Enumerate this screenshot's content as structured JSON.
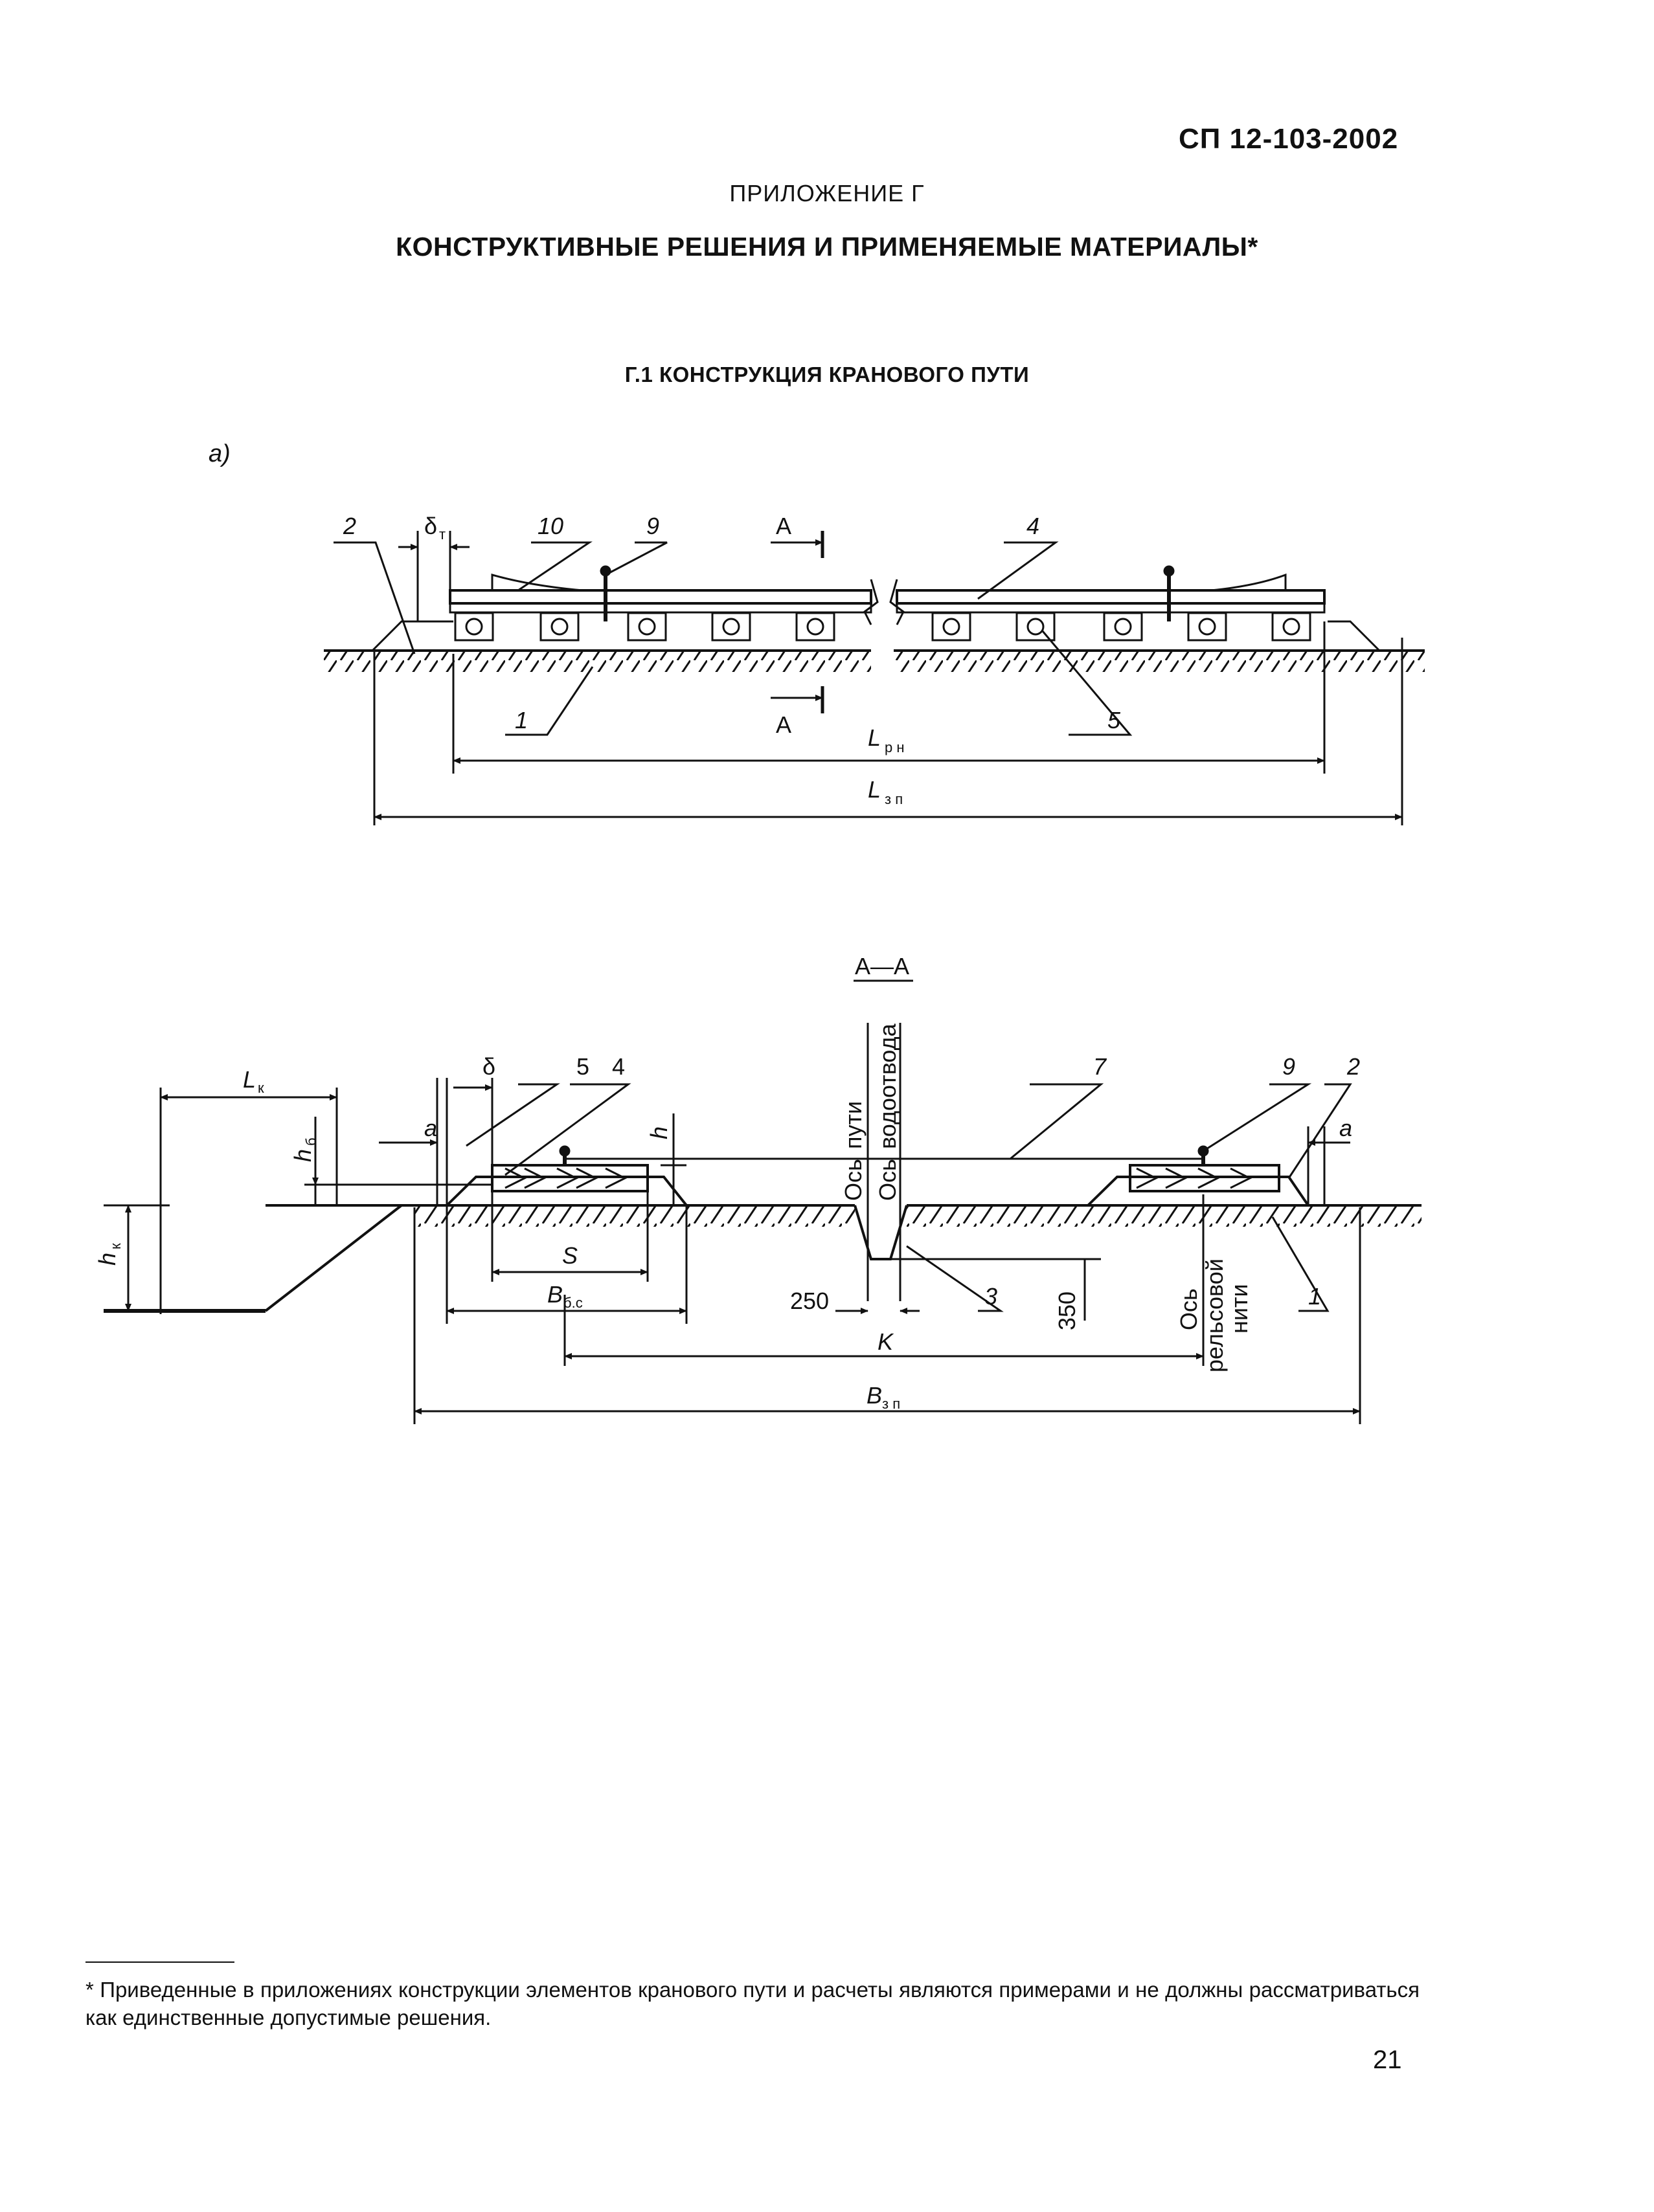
{
  "header": {
    "doc_code": "СП 12-103-2002",
    "appendix_label": "ПРИЛОЖЕНИЕ Г",
    "appendix_title": "КОНСТРУКТИВНЫЕ РЕШЕНИЯ И ПРИМЕНЯЕМЫЕ МАТЕРИАЛЫ*"
  },
  "section_heading": "Г.1 КОНСТРУКЦИЯ КРАНОВОГО ПУТИ",
  "figure_a": {
    "label": "а)",
    "callouts": [
      "2",
      "δ",
      "т",
      "10",
      "9",
      "А",
      "4",
      "1",
      "А",
      "5"
    ],
    "dim_rn": {
      "main": "L",
      "sub": "р н"
    },
    "dim_zp": {
      "main": "L",
      "sub": "з п"
    }
  },
  "section_aa": {
    "title": "А—А",
    "dim_lk": {
      "main": "L",
      "sub": "к"
    },
    "dim_hk": {
      "main": "h",
      "sub": "к"
    },
    "dim_hb": {
      "main": "h",
      "sub": "б"
    },
    "dim_h": "h",
    "dim_a_left": "a",
    "dim_a_right": "a",
    "delta": "δ",
    "callouts": [
      "5",
      "4",
      "7",
      "9",
      "2",
      "3",
      "1"
    ],
    "dim_s": "S",
    "dim_bbs": {
      "main": "B",
      "sub": "б.с"
    },
    "dim_250": "250",
    "dim_350": "350",
    "dim_k": "K",
    "dim_bzp": {
      "main": "B",
      "sub": "з п"
    },
    "axis_track": [
      "Ось",
      "пути"
    ],
    "axis_drain": [
      "Ось",
      "водоотвода"
    ],
    "axis_rail": [
      "Ось",
      "рельсовой",
      "нити"
    ]
  },
  "footnote": "* Приведенные в приложениях конструкции элементов кранового пути и расчеты являются примерами и не должны рассматриваться как единственные допустимые решения.",
  "page_number": "21"
}
